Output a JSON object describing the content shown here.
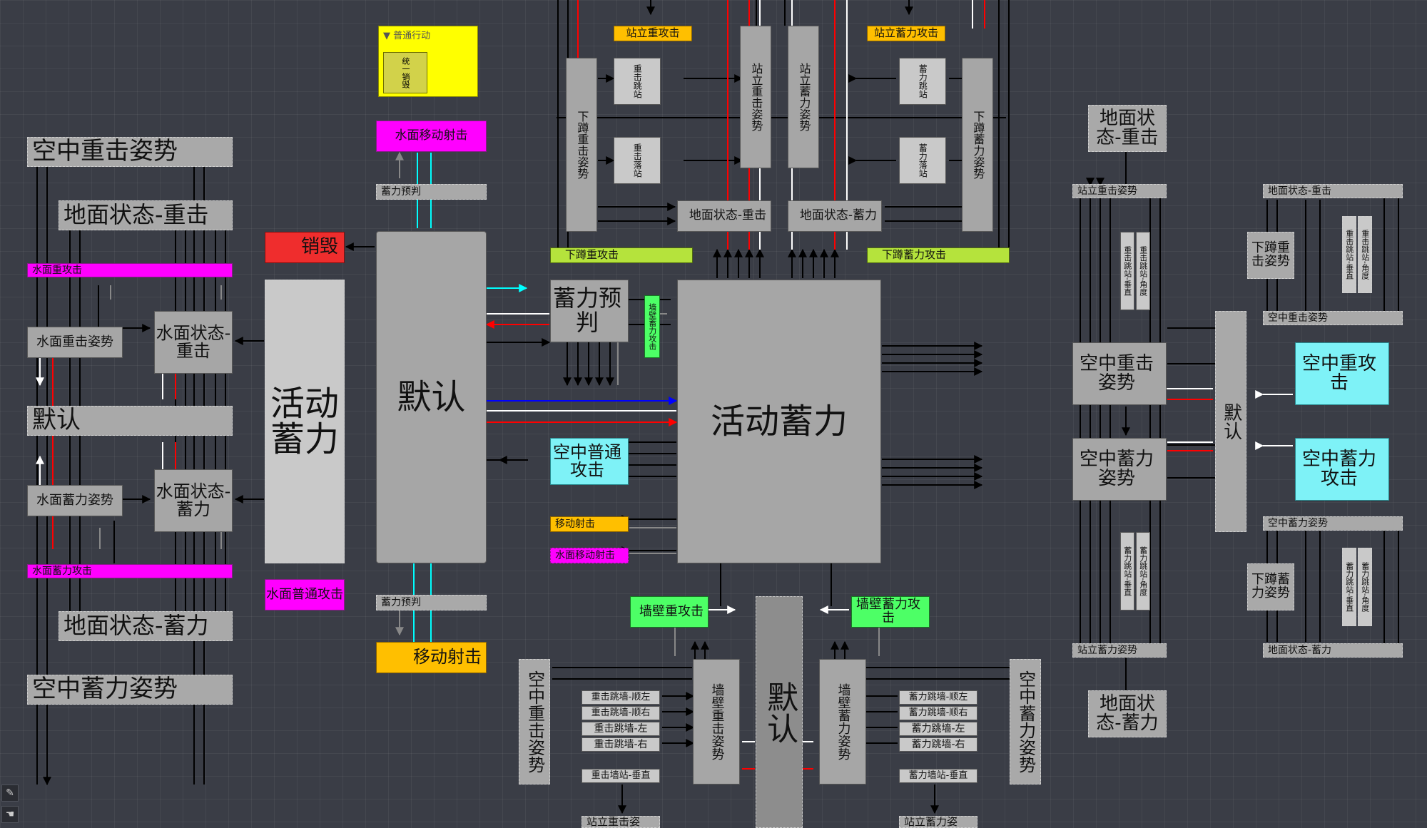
{
  "nodes": {
    "air_heavy_pose_l": "空中重击姿势",
    "ground_heavy_l": "地面状态-重击",
    "water_heavy_bar": "水面重攻击",
    "water_heavy_pose": "水面重击姿势",
    "water_state_heavy": "水面状态-重击",
    "default_l": "默认",
    "water_charge_pose": "水面蓄力姿势",
    "water_state_charge": "水面状态-蓄力",
    "water_charge_bar": "水面蓄力攻击",
    "ground_charge_l": "地面状态-蓄力",
    "air_charge_pose_l": "空中蓄力姿势",
    "destroy": "销毁",
    "active_charge_tall": "活动蓄力",
    "water_normal_atk": "水面普通攻击",
    "collapsed_title": "▼ 普通行动",
    "collapsed_inner": "统一销毁",
    "water_move_shoot": "水面移动射击",
    "charge_predict_top": "蓄力预判",
    "default_main": "默认",
    "charge_predict_bot": "蓄力预判",
    "move_shoot": "移动射击",
    "charge_predict_mid": "蓄力预判",
    "wall_charge_atk_vert": "墙壁蓄力攻击",
    "air_normal_atk": "空中普通攻击",
    "move_shoot_small": "移动射击",
    "water_move_shoot_small": "水面移动射击",
    "active_charge_big": "活动蓄力",
    "stand_heavy_atk": "站立重攻击",
    "stand_charge_atk": "站立蓄力攻击",
    "crouch_heavy_pose": "下蹲重击姿势",
    "heavy_jump_stand": "重击跳站",
    "heavy_land_stand": "重击落站",
    "stand_heavy_pose": "站立重击姿势",
    "stand_charge_pose": "站立蓄力姿势",
    "charge_jump_stand": "蓄力跳站",
    "charge_land_stand": "蓄力落站",
    "crouch_charge_pose": "下蹲蓄力姿势",
    "ground_heavy_mid": "地面状态-重击",
    "ground_charge_mid": "地面状态-蓄力",
    "crouch_heavy_atk": "下蹲重攻击",
    "crouch_charge_atk": "下蹲蓄力攻击",
    "wall_heavy_atk": "墙壁重攻击",
    "wall_charge_atk": "墙壁蓄力攻击",
    "air_heavy_pose_vert": "空中重击姿势",
    "heavy_jump_wall_down_l": "重击跳墙-顺左",
    "heavy_jump_wall_down_r": "重击跳墙-顺右",
    "heavy_jump_wall_l": "重击跳墙-左",
    "heavy_jump_wall_r": "重击跳墙-右",
    "heavy_wall_stand_v": "重击墙站-垂直",
    "wall_heavy_pose": "墙壁重击姿势",
    "default_bottom": "默认",
    "wall_charge_pose": "墙壁蓄力姿势",
    "charge_jump_wall_down_l": "蓄力跳墙-顺左",
    "charge_jump_wall_down_r": "蓄力跳墙-顺右",
    "charge_jump_wall_l": "蓄力跳墙-左",
    "charge_jump_wall_r": "蓄力跳墙-右",
    "charge_wall_stand_v": "蓄力墙站-垂直",
    "air_charge_pose_vert": "空中蓄力姿势",
    "stand_heavy_pose_bot": "站立重击姿",
    "stand_charge_pose_bot": "站立蓄力姿",
    "ground_heavy_r": "地面状态-重击",
    "stand_heavy_pose_r": "站立重击姿势",
    "heavy_jump_stand_v": "重击跳站-垂直",
    "heavy_jump_stand_a": "重击跳站-角度",
    "air_heavy_pose_r": "空中重击姿势",
    "air_charge_pose_r": "空中蓄力姿势",
    "charge_jump_stand_v": "蓄力跳站-垂直",
    "charge_jump_stand_a": "蓄力跳站-角度",
    "stand_charge_pose_r": "站立蓄力姿势",
    "ground_charge_r": "地面状态-蓄力",
    "default_r": "默认",
    "air_heavy_atk": "空中重攻击",
    "air_charge_atk": "空中蓄力攻击",
    "ground_heavy_far": "地面状态-重击",
    "crouch_heavy_pose_r": "下蹲重击姿势",
    "air_heavy_jump_v": "重击跳站-垂直",
    "air_heavy_jump_a": "重击跳站-角度",
    "air_heavy_pose_far": "空中重击姿势",
    "air_charge_pose_far": "空中蓄力姿势",
    "crouch_charge_pose_r": "下蹲蓄力姿势",
    "air_charge_jump_v": "蓄力跳站-垂直",
    "air_charge_jump_a": "蓄力跳站-角度",
    "ground_charge_far": "地面状态-蓄力"
  },
  "tools": {
    "pin": "✎",
    "hand": "☚"
  },
  "colors": {
    "canvas": "#3a3d46",
    "wire": "#000000",
    "cyan": "#00ffff",
    "red": "#ff0000",
    "blue": "#0000ff",
    "white": "#ffffff",
    "gray": "#808080"
  }
}
